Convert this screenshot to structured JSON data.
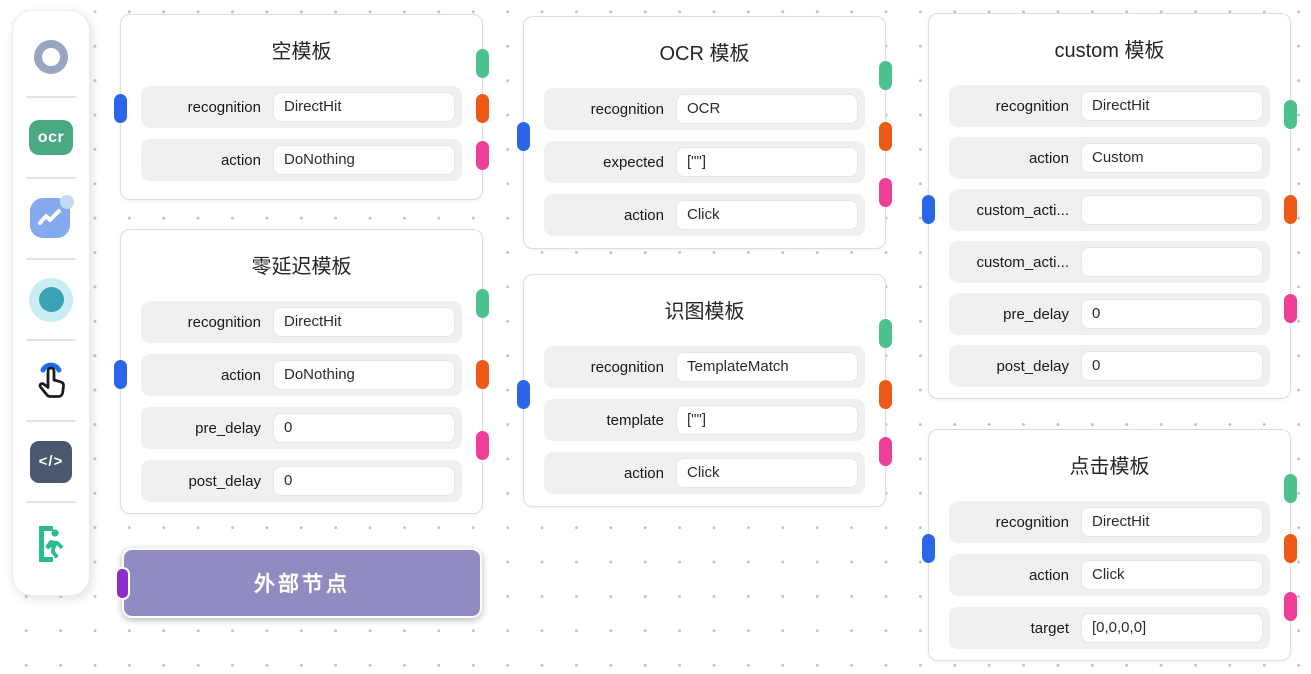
{
  "sidebar": {
    "tools": [
      {
        "name": "ring-template"
      },
      {
        "name": "ocr-template",
        "label": "ocr"
      },
      {
        "name": "trend-message-template"
      },
      {
        "name": "dot-circle-template"
      },
      {
        "name": "hand-click-template"
      },
      {
        "name": "code-template",
        "label": "</>"
      },
      {
        "name": "exit-template"
      }
    ]
  },
  "nodes": {
    "empty": {
      "title": "空模板",
      "rows": [
        {
          "label": "recognition",
          "value": "DirectHit"
        },
        {
          "label": "action",
          "value": "DoNothing"
        }
      ]
    },
    "zero_delay": {
      "title": "零延迟模板",
      "rows": [
        {
          "label": "recognition",
          "value": "DirectHit"
        },
        {
          "label": "action",
          "value": "DoNothing"
        },
        {
          "label": "pre_delay",
          "value": "0"
        },
        {
          "label": "post_delay",
          "value": "0"
        }
      ]
    },
    "ocr": {
      "title": "OCR 模板",
      "rows": [
        {
          "label": "recognition",
          "value": "OCR"
        },
        {
          "label": "expected",
          "value": "[\"\"]"
        },
        {
          "label": "action",
          "value": "Click"
        }
      ]
    },
    "vision": {
      "title": "识图模板",
      "rows": [
        {
          "label": "recognition",
          "value": "TemplateMatch"
        },
        {
          "label": "template",
          "value": "[\"\"]"
        },
        {
          "label": "action",
          "value": "Click"
        }
      ]
    },
    "custom": {
      "title": "custom 模板",
      "rows": [
        {
          "label": "recognition",
          "value": "DirectHit"
        },
        {
          "label": "action",
          "value": "Custom"
        },
        {
          "label": "custom_acti...",
          "value": ""
        },
        {
          "label": "custom_acti...",
          "value": ""
        },
        {
          "label": "pre_delay",
          "value": "0"
        },
        {
          "label": "post_delay",
          "value": "0"
        }
      ]
    },
    "click": {
      "title": "点击模板",
      "rows": [
        {
          "label": "recognition",
          "value": "DirectHit"
        },
        {
          "label": "action",
          "value": "Click"
        },
        {
          "label": "target",
          "value": "[0,0,0,0]"
        }
      ]
    },
    "external": {
      "title": "外部节点"
    }
  },
  "colors": {
    "handle_target_blue": "#2b66e8",
    "handle_source_green": "#4cc18e",
    "handle_source_orange": "#ed5a17",
    "handle_source_pink": "#ee3f97",
    "external_handle_purple": "#8d2ec8",
    "external_node_bg": "#8f8cc2",
    "ocr_badge_green": "#4aa980",
    "code_badge_slate": "#4a576c"
  }
}
